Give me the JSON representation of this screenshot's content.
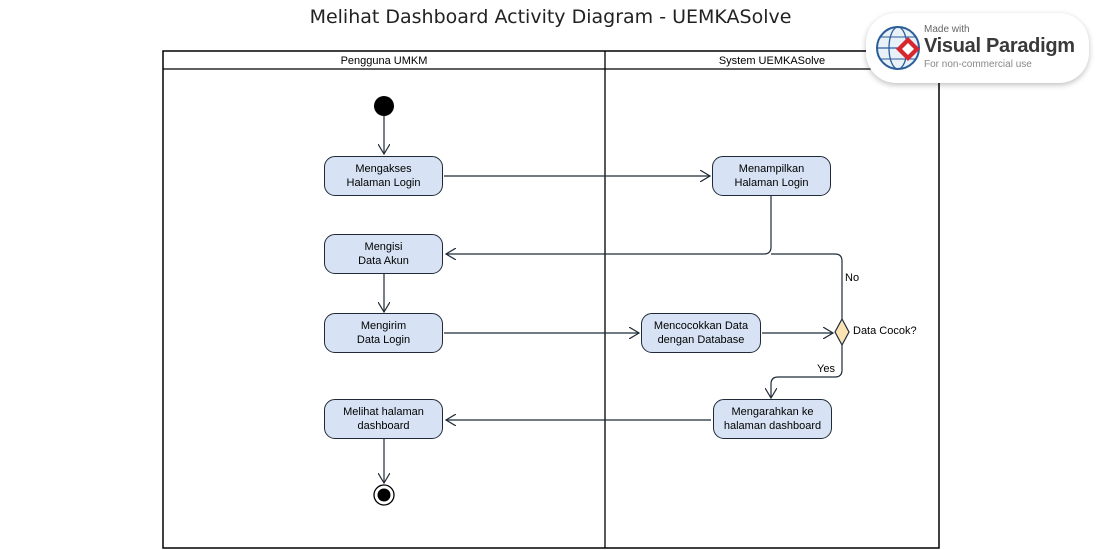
{
  "title": "Melihat Dashboard Activity Diagram - UEMKASolve",
  "lanes": [
    "Pengguna UMKM",
    "System UEMKASolve"
  ],
  "actions": {
    "mengakses": [
      "Mengakses",
      "Halaman Login"
    ],
    "menampilkan": [
      "Menampilkan",
      "Halaman Login"
    ],
    "mengisi": [
      "Mengisi",
      "Data Akun"
    ],
    "mengirim": [
      "Mengirim",
      "Data Login"
    ],
    "mencocokkan": [
      "Mencocokkan Data",
      "dengan Database"
    ],
    "mengarahkan": [
      "Mengarahkan ke",
      "halaman dashboard"
    ],
    "melihat": [
      "Melihat halaman",
      "dashboard"
    ]
  },
  "decision": {
    "label": "Data Cocok?",
    "no": "No",
    "yes": "Yes"
  },
  "badge": {
    "made_with": "Made with",
    "name": "Visual Paradigm",
    "sub": "For non-commercial use"
  },
  "colors": {
    "action_fill": "#d7e3f4",
    "decision_fill": "#fbe3b3",
    "line": "#1f2a38"
  }
}
